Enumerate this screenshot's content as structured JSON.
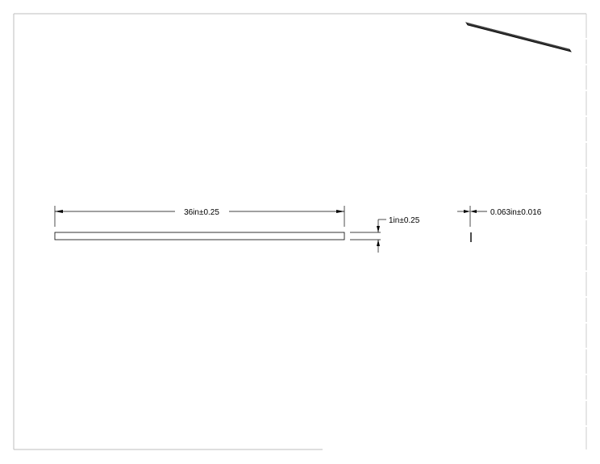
{
  "drawing": {
    "dimensions": {
      "length": "36in±0.25",
      "width": "1in±0.25",
      "thickness": "0.063in±0.016"
    }
  }
}
